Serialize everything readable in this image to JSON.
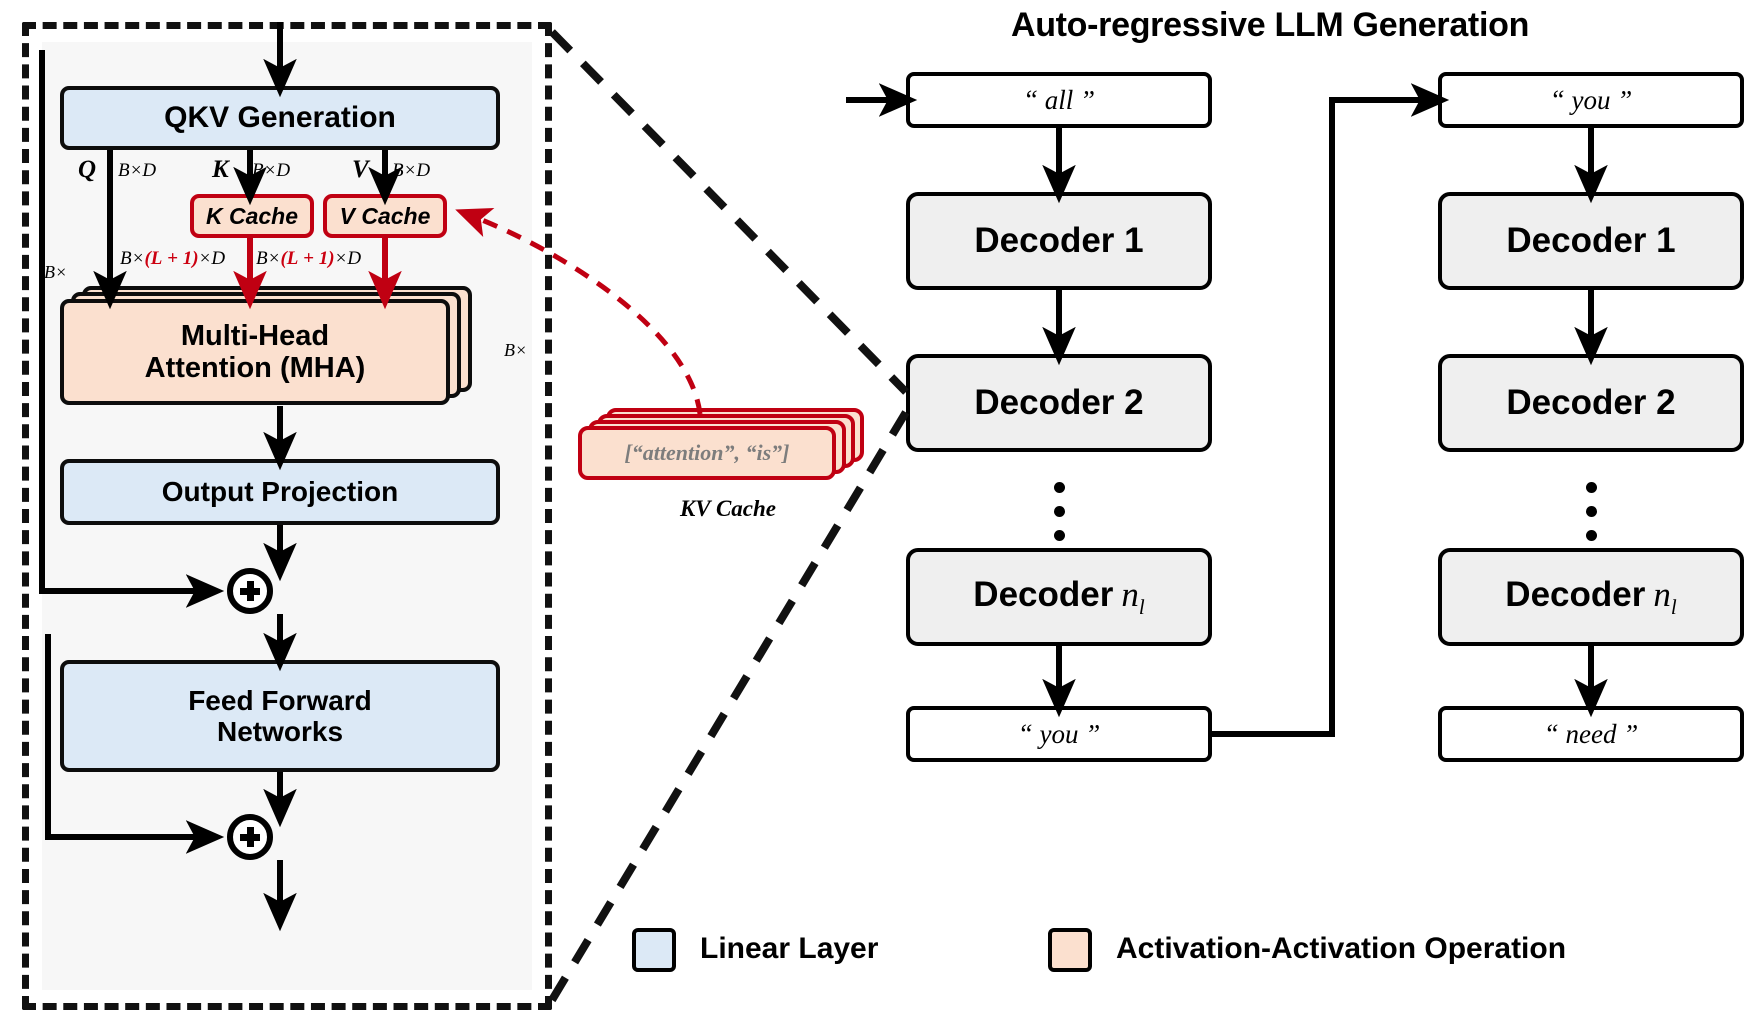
{
  "title": "Auto-regressive LLM Generation",
  "transformer": {
    "blocks": {
      "qkv": "QKV Generation",
      "mha_line1": "Multi-Head",
      "mha_line2": "Attention (MHA)",
      "output_projection": "Output Projection",
      "ffn_line1": "Feed Forward",
      "ffn_line2": "Networks"
    },
    "caches": {
      "k_cache": "K Cache",
      "v_cache": "V Cache"
    },
    "signals": {
      "q": "Q",
      "k": "K",
      "v": "V",
      "dim_bd": "B×D",
      "dim_k": "B×(L + 1)×D",
      "dim_v": "B×(L + 1)×D",
      "batch_mha": "B×",
      "batch_kv": "B×",
      "plus_symbol": "+"
    }
  },
  "kv_cache": {
    "content": "[“attention”, “is”]",
    "caption": "KV Cache"
  },
  "generation": {
    "steps": [
      {
        "input_token": "“ all ”",
        "decoders": [
          "Decoder 1",
          "Decoder 2",
          "Decoder"
        ],
        "last_decoder_prefix": "Decoder",
        "last_decoder_var": "n",
        "last_decoder_sub": "l",
        "output_token": "“ you ”"
      },
      {
        "input_token": "“ you ”",
        "decoders": [
          "Decoder 1",
          "Decoder 2",
          "Decoder"
        ],
        "last_decoder_prefix": "Decoder",
        "last_decoder_var": "n",
        "last_decoder_sub": "l",
        "output_token": "“ need ”"
      }
    ]
  },
  "legend": {
    "items": [
      {
        "label": "Linear Layer",
        "color": "#dce9f6"
      },
      {
        "label": "Activation-Activation Operation",
        "color": "#fbe0cf"
      }
    ]
  },
  "colors": {
    "linear_layer": "#dce9f6",
    "activation_op": "#fbe0cf",
    "cache_red": "#c00012",
    "decoder_gray": "#efefef",
    "outline": "#0d0d0d"
  }
}
